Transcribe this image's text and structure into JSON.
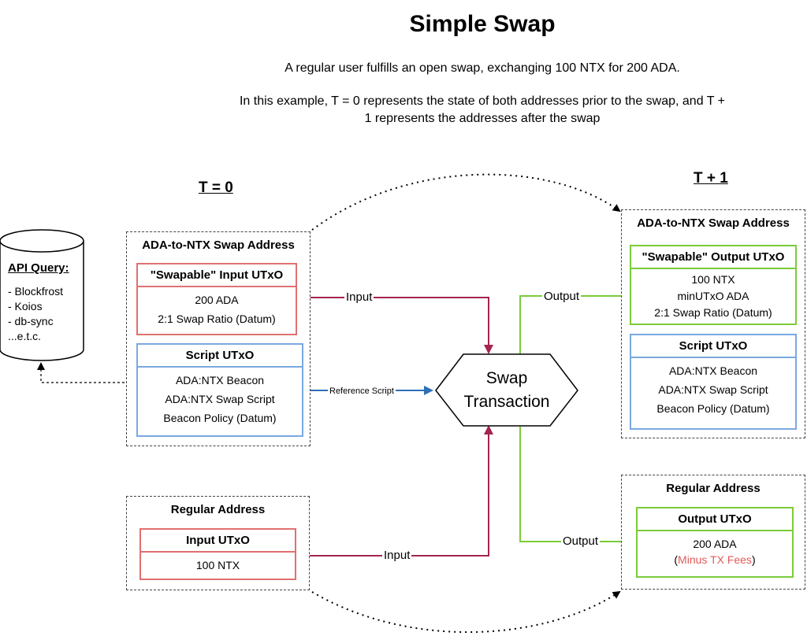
{
  "title": "Simple Swap",
  "description": {
    "line1": "A regular user fulfills an open swap, exchanging 100 NTX for 200 ADA.",
    "line2": "In this example, T = 0 represents the state of both addresses prior to the swap, and T + 1 represents the addresses after the swap"
  },
  "labels": {
    "t0": "T = 0",
    "t1": "T + 1"
  },
  "api": {
    "title": "API Query:",
    "items": [
      "- Blockfrost",
      "- Koios",
      "- db-sync",
      "...e.t.c."
    ]
  },
  "t0_swap_address": {
    "title": "ADA-to-NTX Swap Address",
    "input_utxo": {
      "title": "\"Swapable\" Input UTxO",
      "lines": [
        "200 ADA",
        "2:1 Swap Ratio (Datum)"
      ]
    },
    "script_utxo": {
      "title": "Script UTxO",
      "lines": [
        "ADA:NTX Beacon",
        "ADA:NTX Swap Script",
        "Beacon Policy (Datum)"
      ]
    }
  },
  "t0_regular_address": {
    "title": "Regular Address",
    "input_utxo": {
      "title": "Input UTxO",
      "lines": [
        "100 NTX"
      ]
    }
  },
  "transaction": {
    "line1": "Swap",
    "line2": "Transaction"
  },
  "edges": {
    "input_top": "Input",
    "reference_script": "Reference Script",
    "input_bottom": "Input",
    "output_top": "Output",
    "output_bottom": "Output"
  },
  "t1_swap_address": {
    "title": "ADA-to-NTX Swap Address",
    "output_utxo": {
      "title": "\"Swapable\" Output UTxO",
      "lines": [
        "100 NTX",
        "minUTxO ADA",
        "2:1 Swap Ratio (Datum)"
      ]
    },
    "script_utxo": {
      "title": "Script UTxO",
      "lines": [
        "ADA:NTX Beacon",
        "ADA:NTX Swap Script",
        "Beacon Policy (Datum)"
      ]
    }
  },
  "t1_regular_address": {
    "title": "Regular Address",
    "output_utxo": {
      "title": "Output UTxO",
      "line1": "200 ADA",
      "fee_open": "(",
      "fee_text": "Minus TX Fees",
      "fee_close": ")"
    }
  },
  "colors": {
    "input": "#e07070",
    "script": "#7aa9e0",
    "output": "#7acc3a",
    "input_arrow": "#a3254f",
    "reference_arrow": "#2f6fb8",
    "output_arrow": "#7acc3a",
    "fee": "#e05a5a"
  }
}
